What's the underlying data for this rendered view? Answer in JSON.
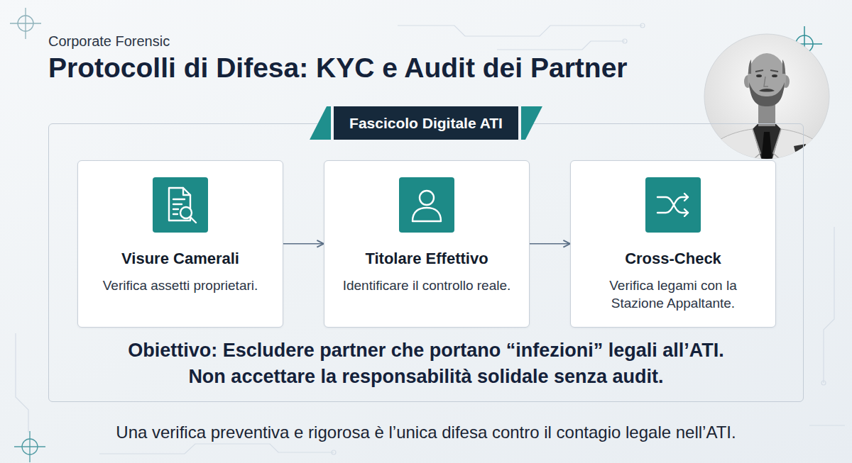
{
  "diagram": {
    "title": "Protocolli di Difesa: KYC e Audit dei Partner",
    "caption": "Una verifica preventiva e rigorosa è l’unica difesa contro il contagio legale nell’ATI.",
    "nodes": [
      {
        "text": [
          "Fascicolo Digitale ATI",
          "Obiettivo: Escludere partner che portano “infezioni” legali all’ATI.",
          "Non accettare la responsabilità solidale senza audit."
        ]
      },
      {
        "text": [
          "Visure Camerali",
          "Verifica assetti proprietari."
        ],
        "in": 0
      },
      {
        "text": [
          "Titolare Effettivo",
          "Identificare il controllo reale."
        ],
        "in": 0
      },
      {
        "text": [
          "Cross-Check",
          "Verifica legami con la Stazione Appaltante."
        ],
        "in": 0
      }
    ],
    "edges": [
      {
        "from": 1,
        "to": 2,
        "arrow": "to"
      },
      {
        "from": 2,
        "to": 3,
        "arrow": "to"
      }
    ],
    "labels": [
      "Corporate Forensic"
    ]
  }
}
